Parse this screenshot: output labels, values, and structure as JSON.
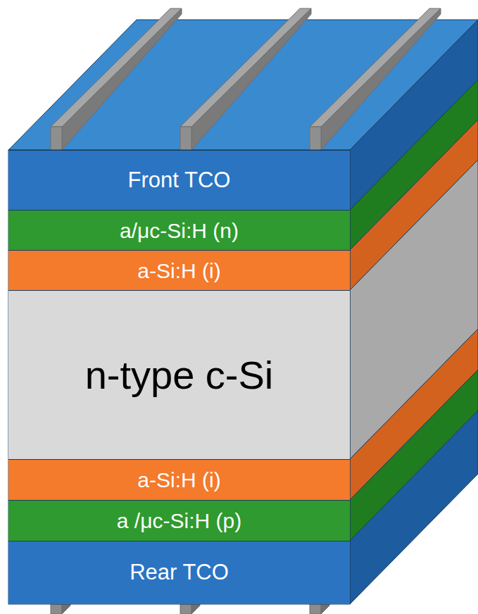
{
  "diagram": {
    "nodes": [
      {
        "text": [
          "Front TCO"
        ]
      },
      {
        "text": [
          "a/μc-Si:H (n)"
        ]
      },
      {
        "text": [
          "a-Si:H (i)"
        ]
      },
      {
        "text": [
          "n-type c-Si"
        ]
      },
      {
        "text": [
          "a-Si:H (i)"
        ]
      },
      {
        "text": [
          "a /μc-Si:H (p)"
        ]
      },
      {
        "text": [
          "Rear TCO"
        ]
      }
    ]
  }
}
